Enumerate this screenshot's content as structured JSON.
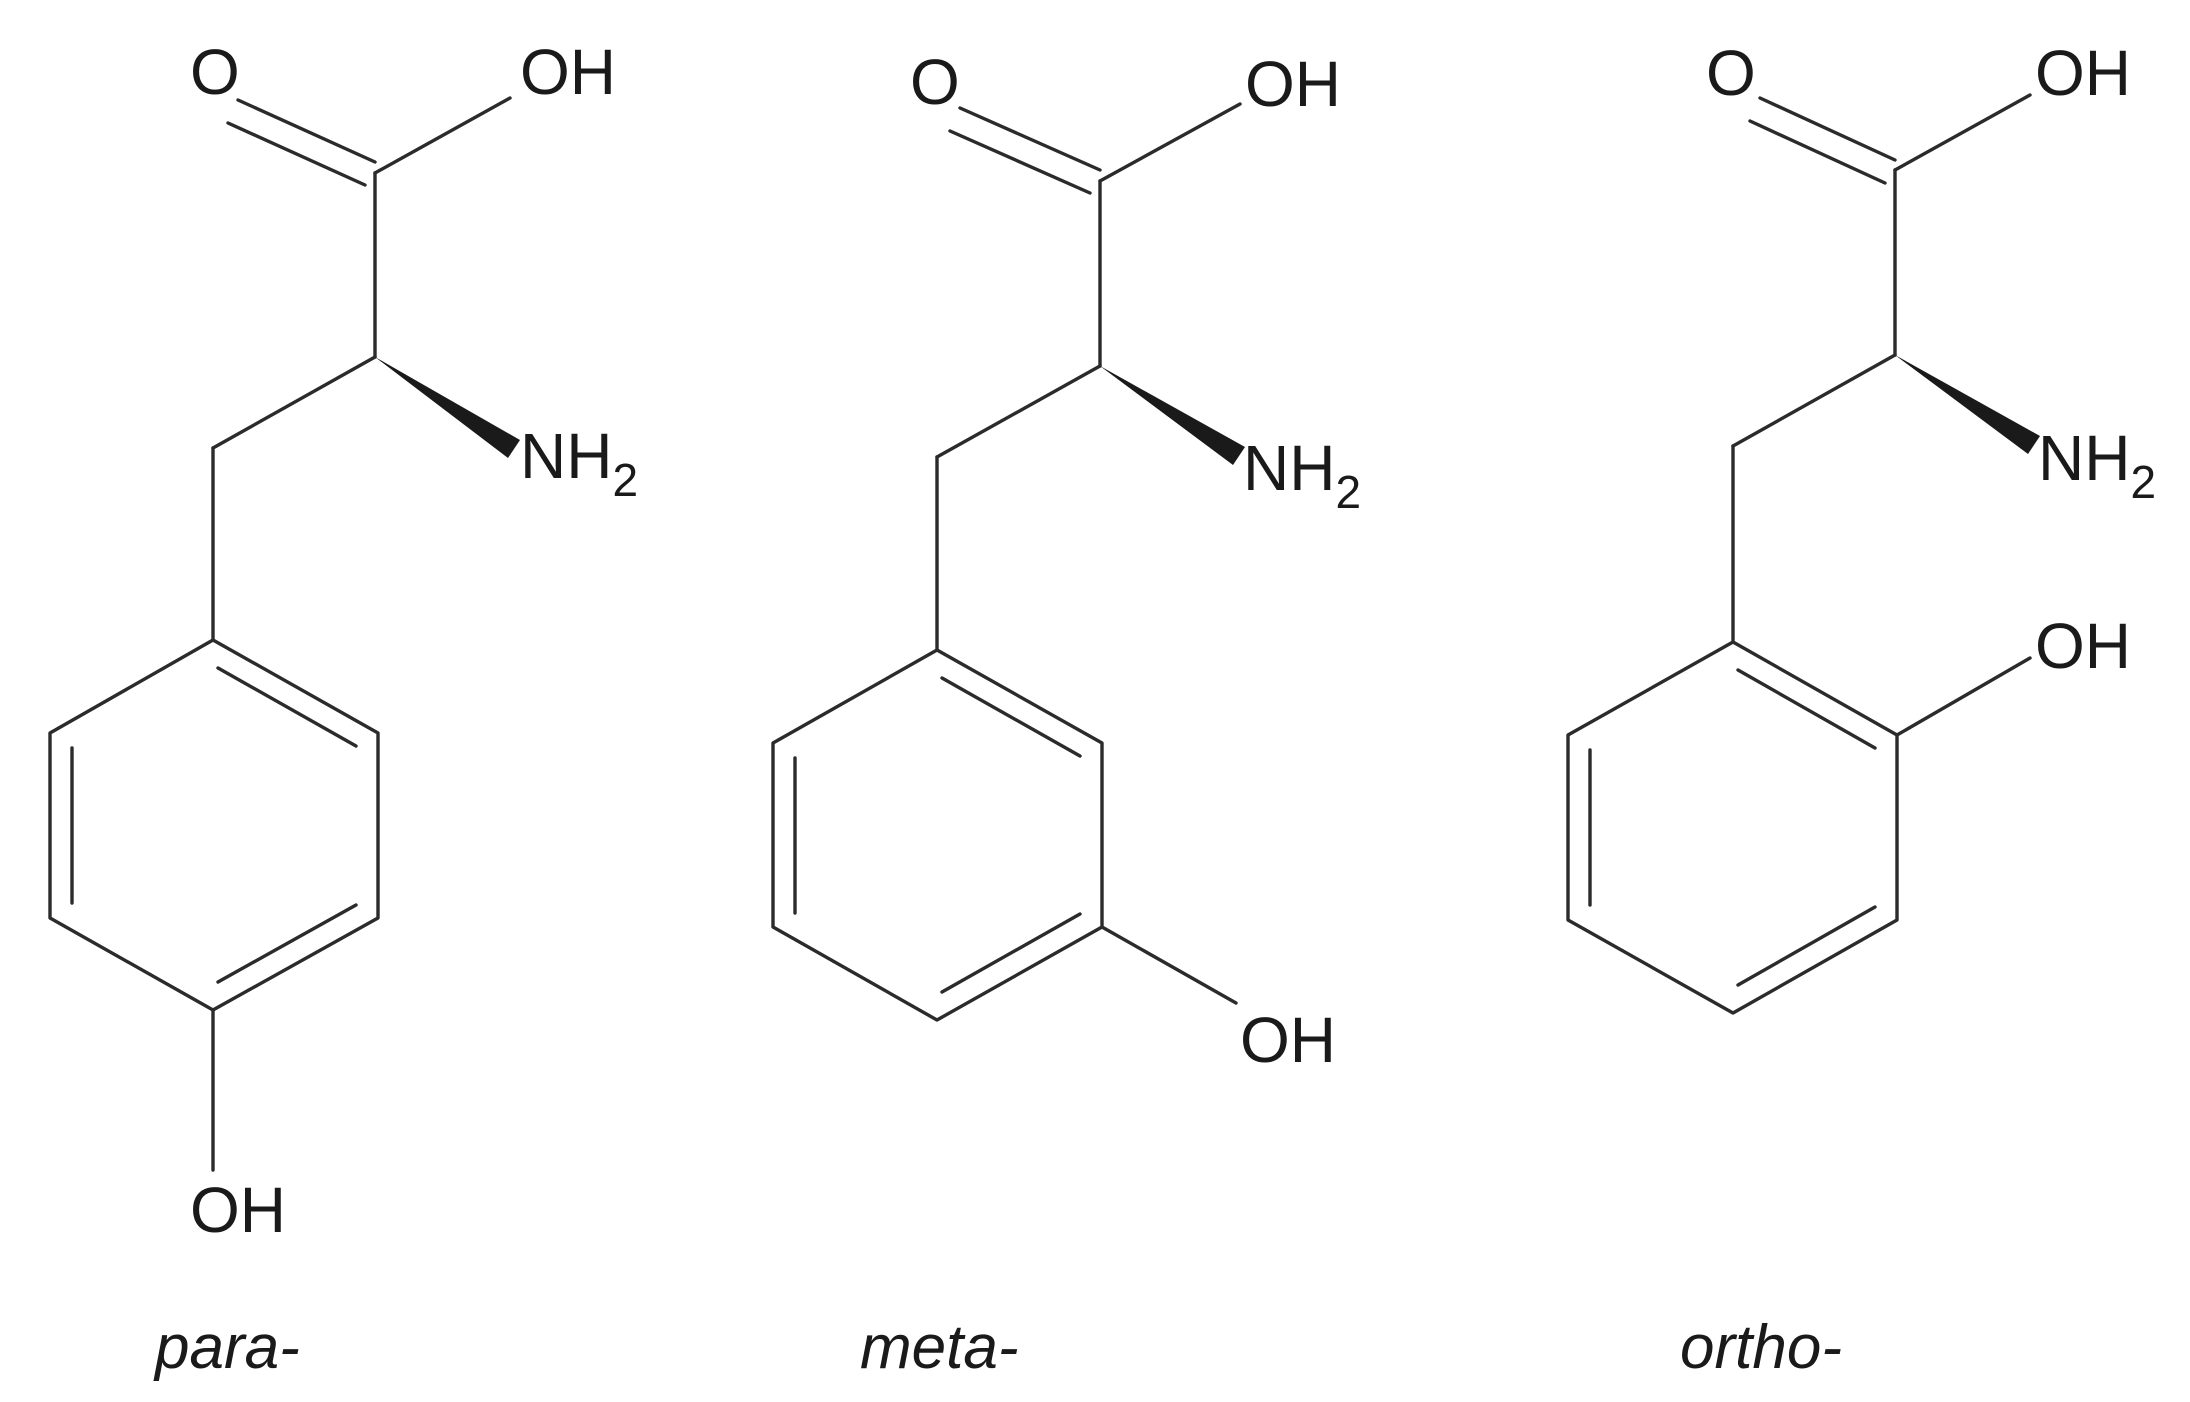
{
  "labels": {
    "oxygen": "O",
    "hydroxyl": "OH",
    "amine": "NH",
    "amine_subscript": "2"
  },
  "captions": {
    "para": "para-",
    "meta": "meta-",
    "ortho": "ortho-"
  },
  "colors": {
    "ink": "#1a1a1a",
    "background": "#ffffff"
  }
}
